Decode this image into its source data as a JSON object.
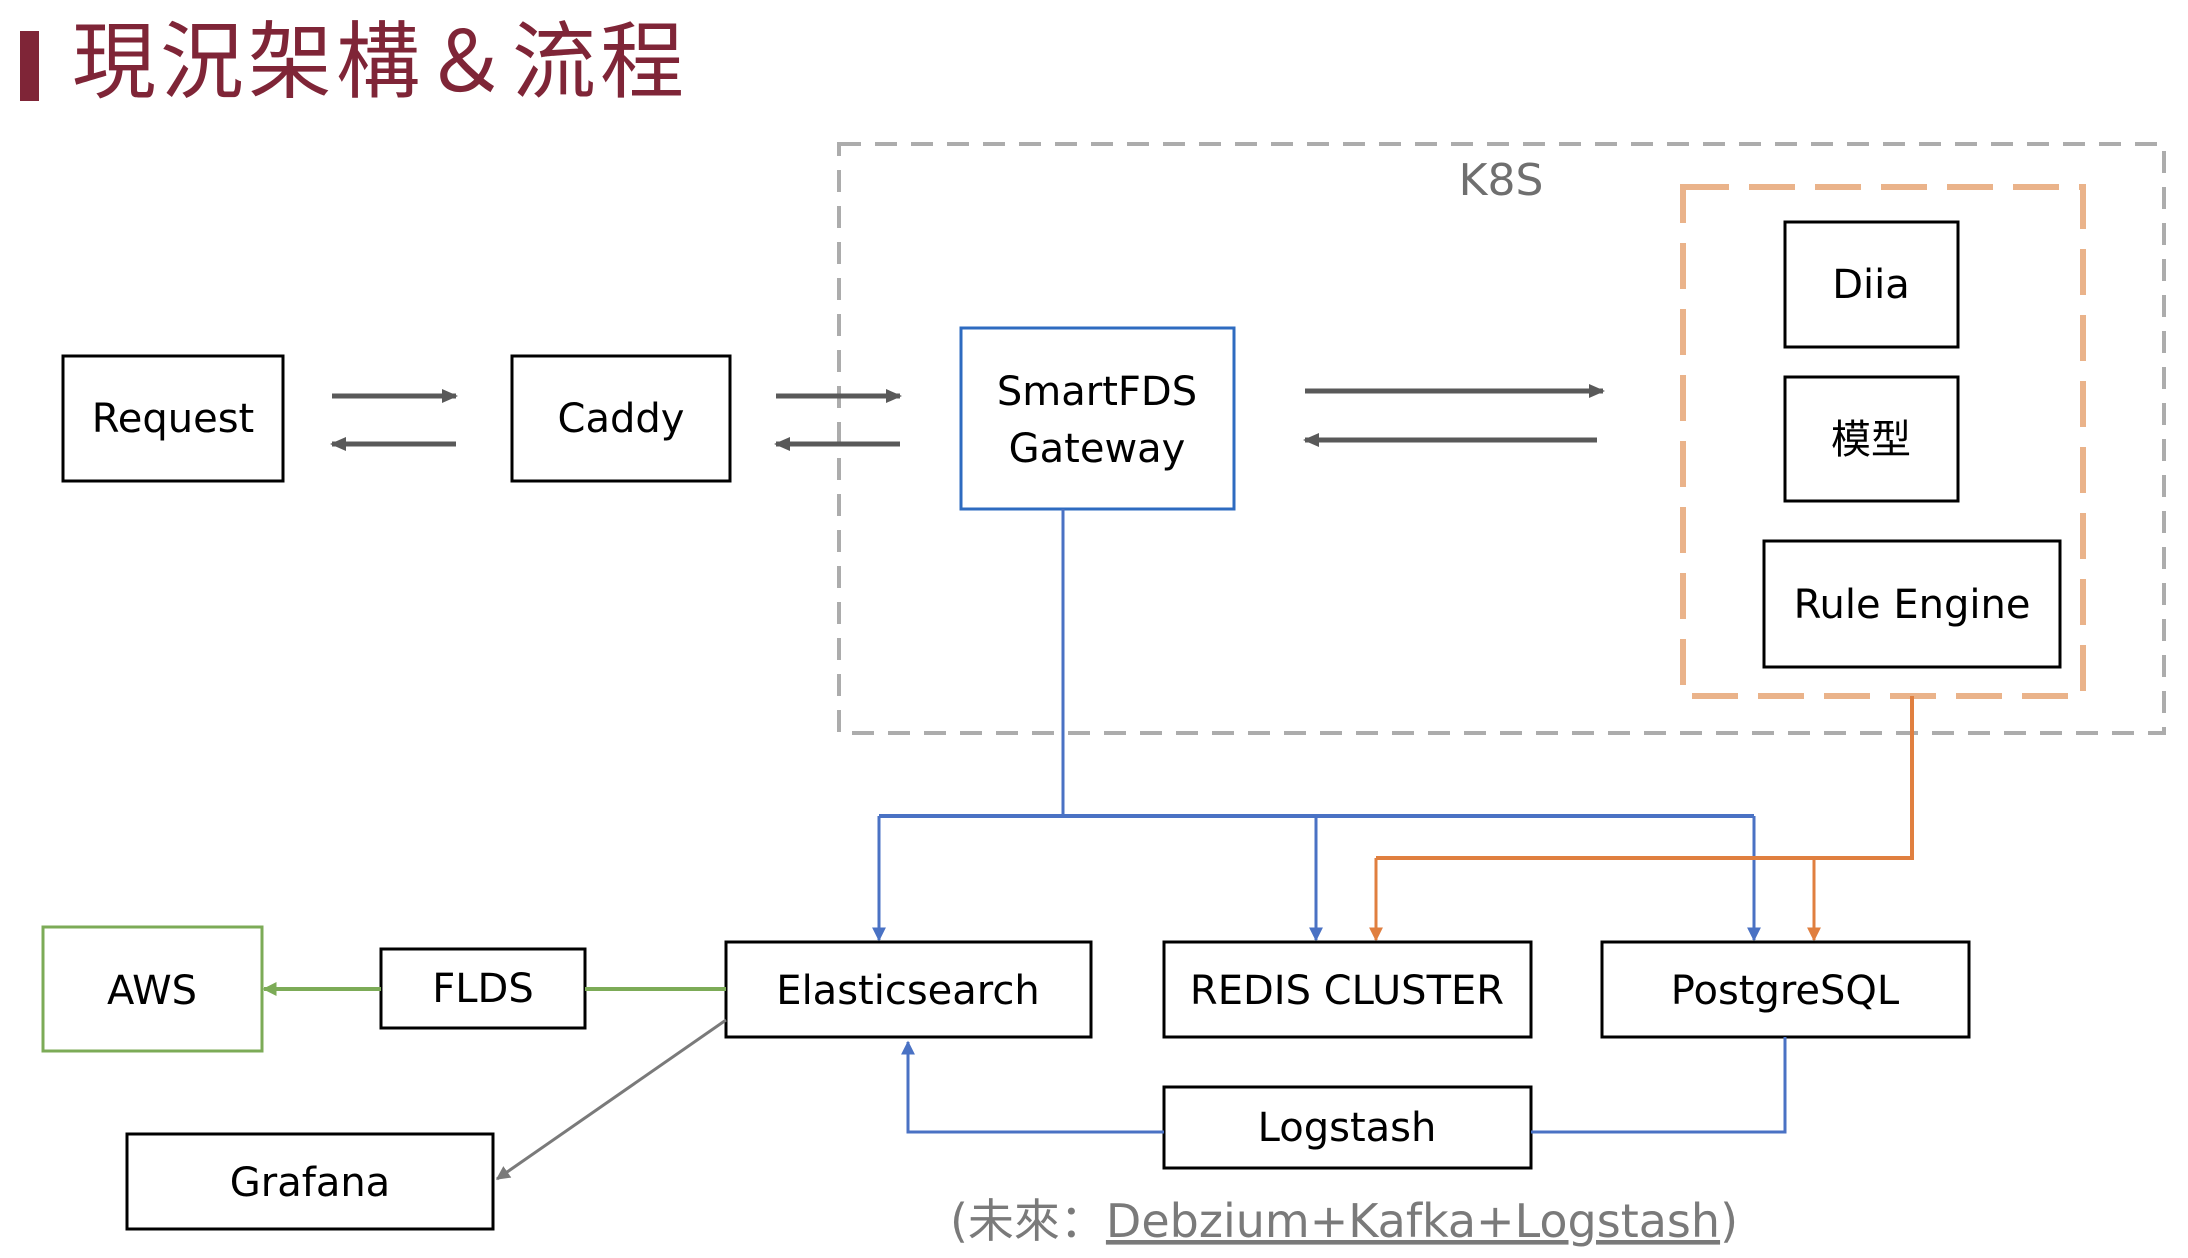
{
  "title": "現況架構＆流程",
  "colors": {
    "title": "#7f2537",
    "k8s_border": "#acacac",
    "group_border": "#eab38a",
    "box_border": "#000000",
    "gateway_border": "#2e6bc0",
    "blue_line": "#4a72c4",
    "orange_line": "#e07f3f",
    "green_line": "#7cab57",
    "gray_arrow": "#595959",
    "grafana_arrow": "#7a7a7a"
  },
  "k8s": {
    "label": "K8S"
  },
  "nodes": {
    "request": "Request",
    "caddy": "Caddy",
    "gateway_line1": "SmartFDS",
    "gateway_line2": "Gateway",
    "diia": "Diia",
    "model": "模型",
    "rule_engine": "Rule Engine",
    "elasticsearch": "Elasticsearch",
    "redis": "REDIS CLUSTER",
    "postgres": "PostgreSQL",
    "logstash": "Logstash",
    "aws": "AWS",
    "flds": "FLDS",
    "grafana": "Grafana"
  },
  "footnote": {
    "prefix": "(未來：",
    "future_stack": "Debzium+Kafka+Logstash",
    "suffix": ")"
  }
}
